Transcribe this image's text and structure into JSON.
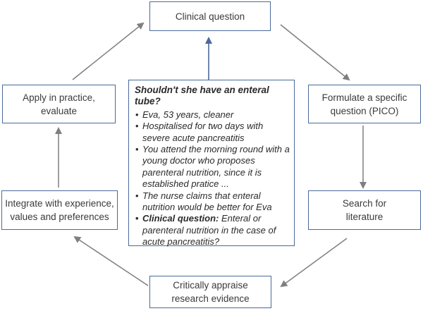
{
  "boxes": {
    "clinical_question": "Clinical question",
    "formulate": "Formulate a specific\nquestion (PICO)",
    "search": "Search for\nliterature",
    "appraise": "Critically appraise\nresearch evidence",
    "integrate": "Integrate with experience,\nvalues and preferences",
    "apply": "Apply in practice,\nevaluate"
  },
  "case": {
    "heading": "Shouldn't she have an enteral tube?",
    "bullets": [
      "Eva, 53 years, cleaner",
      "Hospitalised for two days with severe acute pancreatitis",
      "You attend the morning round with a young doctor who proposes parenteral nutrition, since it is established pratice ...",
      "The nurse claims that enteral nutrition would be better for Eva"
    ],
    "question_label": "Clinical question:",
    "question_text": " Enteral or parenteral nutrition in the case of acute pancreatitis?"
  },
  "colors": {
    "box_border": "#4a6a9a",
    "arrow_gray": "#7f7f7f",
    "arrow_blue": "#4a6a9a"
  }
}
